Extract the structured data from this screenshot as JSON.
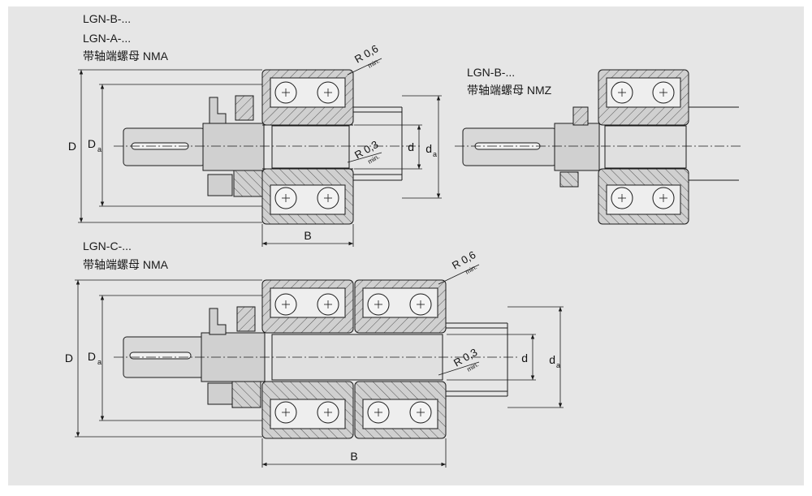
{
  "panel_top": {
    "variant_lines": [
      "LGN-B-...",
      "LGN-A-..."
    ],
    "nut_label": "带轴端螺母 NMA",
    "dims": {
      "D": "D",
      "Da": "D",
      "Da_sub": "a",
      "d": "d",
      "da": "d",
      "da_sub": "a",
      "B": "B"
    },
    "radius_outer": "R 0,6",
    "radius_outer_min": "min.",
    "radius_inner": "R 0,3",
    "radius_inner_min": "min."
  },
  "panel_right": {
    "variant_lines": [
      "LGN-B-..."
    ],
    "nut_label": "带轴端螺母 NMZ"
  },
  "panel_bottom": {
    "variant_lines": [
      "LGN-C-..."
    ],
    "nut_label": "带轴端螺母 NMA",
    "dims": {
      "D": "D",
      "Da": "D",
      "Da_sub": "a",
      "d": "d",
      "da": "d",
      "da_sub": "a",
      "B": "B"
    },
    "radius_outer": "R 0,6",
    "radius_outer_min": "min.",
    "radius_inner": "R 0,3",
    "radius_inner_min": "min."
  },
  "colors": {
    "background": "#e6e6e6",
    "part_fill": "#d0d0d0",
    "line": "#1a1a1a"
  }
}
